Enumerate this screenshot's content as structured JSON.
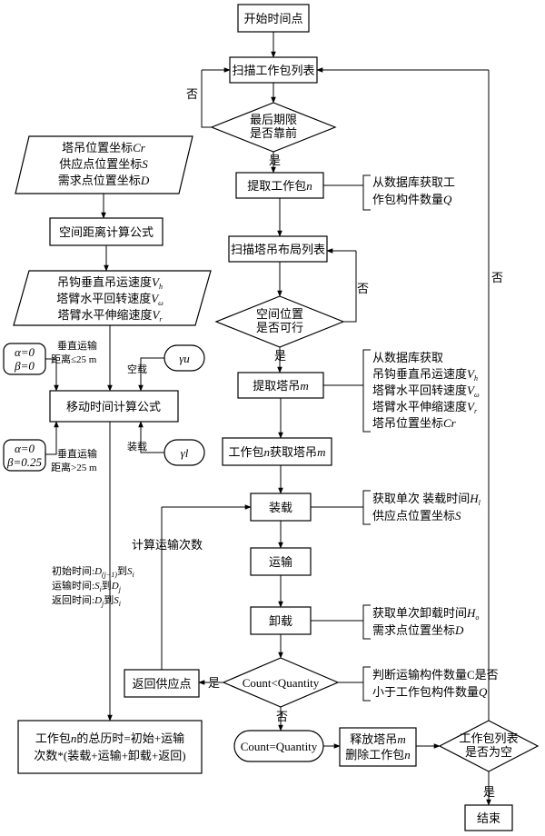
{
  "nodes": {
    "start": "开始时间点",
    "scan_packages": "扫描工作包列表",
    "deadline_1": "最后期限",
    "deadline_2": "是否靠前",
    "extract_package_prefix": "提取工作包",
    "extract_package_var": "n",
    "db_package_1": "从数据库获取工",
    "db_package_2_prefix": "作包构件数量",
    "db_package_2_var": "Q",
    "scan_cranes": "扫描塔吊布局列表",
    "spatial_1": "空间位置",
    "spatial_2": "是否可行",
    "extract_crane_prefix": "提取塔吊",
    "extract_crane_var": "m",
    "db_crane_1": "从数据库获取",
    "db_crane_2_prefix": "吊钩垂直吊运速度",
    "db_crane_2_var": "V",
    "db_crane_2_sub": "h",
    "db_crane_3_prefix": "塔臂水平回转速度",
    "db_crane_3_var": "V",
    "db_crane_3_sub": "ω",
    "db_crane_4_prefix": "塔臂水平伸缩速度",
    "db_crane_4_var": "V",
    "db_crane_4_sub": "r",
    "db_crane_5_prefix": "塔吊位置坐标",
    "db_crane_5_var": "Cr",
    "pkg_get_crane_1": "工作包",
    "pkg_get_crane_var1": "n",
    "pkg_get_crane_2": "获取塔吊",
    "pkg_get_crane_var2": "m",
    "load": "装载",
    "load_info_1_prefix": "获取单次 装载时间",
    "load_info_1_var": "H",
    "load_info_1_sub": "l",
    "load_info_2_prefix": "供应点位置坐标",
    "load_info_2_var": "S",
    "transport": "运输",
    "unload": "卸载",
    "unload_info_1_prefix": "获取单次卸载时间",
    "unload_info_1_var": "H",
    "unload_info_1_sub": "o",
    "unload_info_2_prefix": "需求点位置坐标",
    "unload_info_2_var": "D",
    "count_decision": "Count<Quantity",
    "count_info_1": "判断运输构件数量C是否",
    "count_info_2_prefix": "小于工作包构件数量",
    "count_info_2_var": "Q",
    "return_supply": "返回供应点",
    "count_eq": "Count=Quantity",
    "release_1_prefix": "释放塔吊",
    "release_1_var": "m",
    "release_2_prefix": "删除工作包",
    "release_2_var": "n",
    "list_empty_1": "工作包列表",
    "list_empty_2": "是否为空",
    "end": "结束",
    "coords_1_prefix": "塔吊位置坐标",
    "coords_1_var": "Cr",
    "coords_2_prefix": "供应点位置坐标",
    "coords_2_var": "S",
    "coords_3_prefix": "需求点位置坐标",
    "coords_3_var": "D",
    "distance_formula": "空间距离计算公式",
    "speeds_1_prefix": "吊钩垂直吊运速度",
    "speeds_1_var": "V",
    "speeds_1_sub": "h",
    "speeds_2_prefix": "塔臂水平回转速度",
    "speeds_2_var": "V",
    "speeds_2_sub": "ω",
    "speeds_3_prefix": "塔臂水平伸缩速度",
    "speeds_3_var": "V",
    "speeds_3_sub": "r",
    "param_a_1": "α=0",
    "param_a_2": "β=0",
    "param_b_1": "α=0",
    "param_b_2": "β=0.25",
    "gamma_u": "γu",
    "gamma_l": "γl",
    "move_formula": "移动时间计算公式",
    "total_1_prefix": "工作包",
    "total_1_var": "n",
    "total_1_suffix": "的总历时=初始+运输",
    "total_2": "次数*(装载+运输+卸载+返回)"
  },
  "labels": {
    "no_1": "否",
    "yes_1": "是",
    "no_2": "否",
    "yes_2": "是",
    "no_right": "否",
    "yes_return": "是",
    "no_count": "否",
    "yes_end": "是",
    "vertical_1": "垂直运输",
    "distance_1": "距离≤25 m",
    "vertical_2": "垂直运输",
    "distance_2": "距离>25 m",
    "empty_load": "空载",
    "full_load": "装载",
    "calc_count": "计算运输次数",
    "init_time_prefix": "初始时间:",
    "init_time_d": "D",
    "init_time_dsub": "(j−1)",
    "init_time_to": "到",
    "init_time_s": "S",
    "init_time_ssub": "i",
    "trans_time_prefix": "运输时间:",
    "trans_time_s": "S",
    "trans_time_ssub": "i",
    "trans_time_to": "到",
    "trans_time_d": "D",
    "trans_time_dsub": "j",
    "ret_time_prefix": "返回时间:",
    "ret_time_d": "D",
    "ret_time_dsub": "j",
    "ret_time_to": "到",
    "ret_time_s": "S",
    "ret_time_ssub": "i"
  }
}
